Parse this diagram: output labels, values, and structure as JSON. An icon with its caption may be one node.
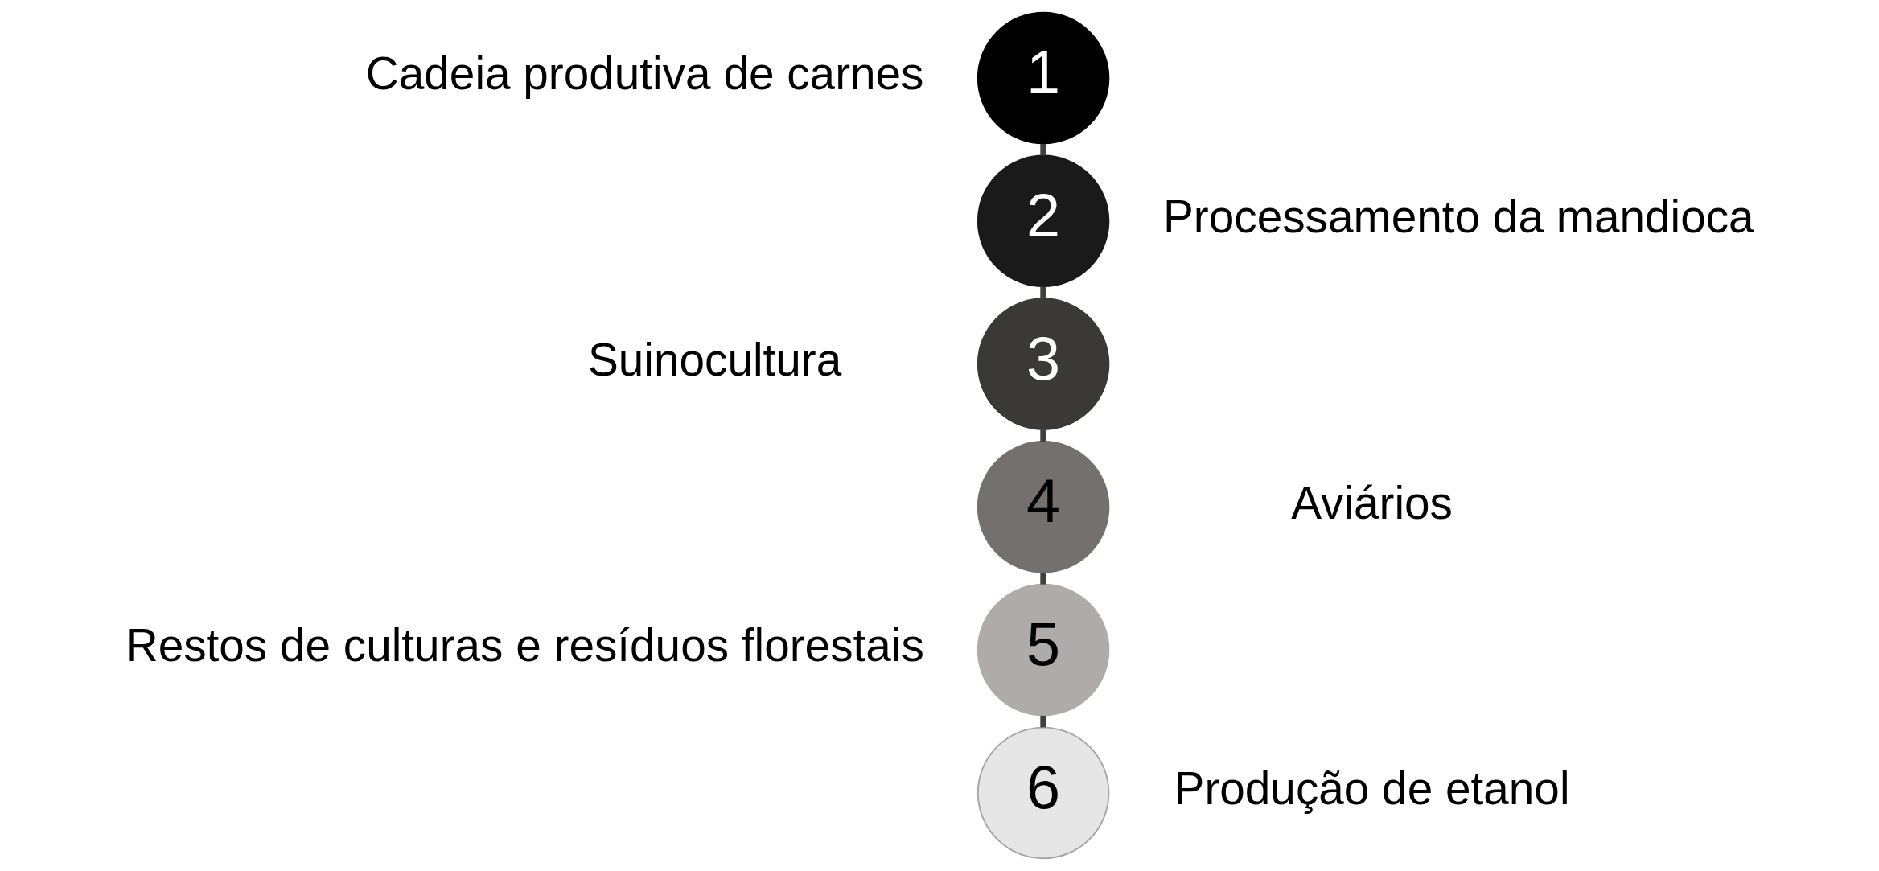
{
  "diagram": {
    "nodes": [
      {
        "text": [
          "1"
        ],
        "beside": [
          "Cadeia produtiva de carnes"
        ]
      },
      {
        "text": [
          "2"
        ],
        "beside": [
          "Processamento da mandioca"
        ]
      },
      {
        "text": [
          "3"
        ],
        "beside": [
          "Suinocultura"
        ]
      },
      {
        "text": [
          "4"
        ],
        "beside": [
          "Aviários"
        ]
      },
      {
        "text": [
          "5"
        ],
        "beside": [
          "Restos de culturas e resíduos florestais"
        ]
      },
      {
        "text": [
          "6"
        ],
        "beside": [
          "Produção de etanol"
        ]
      }
    ],
    "edges": [
      {
        "from": 0,
        "to": 1,
        "arrow": "none"
      },
      {
        "from": 1,
        "to": 2,
        "arrow": "none"
      },
      {
        "from": 2,
        "to": 3,
        "arrow": "none"
      },
      {
        "from": 3,
        "to": 4,
        "arrow": "none"
      },
      {
        "from": 4,
        "to": 5,
        "arrow": "none"
      }
    ]
  }
}
